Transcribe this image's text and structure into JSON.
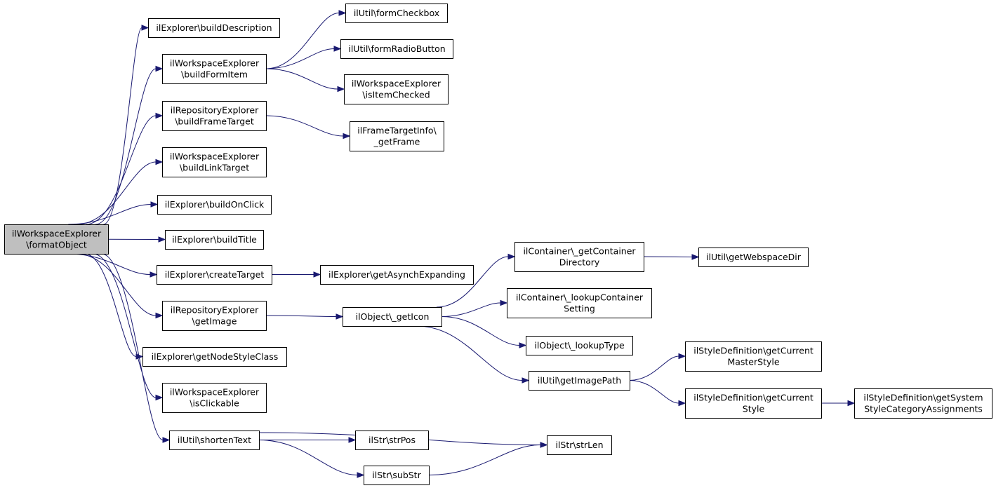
{
  "diagram": {
    "colors": {
      "edge": "#191970",
      "root_fill": "#bfbfbf",
      "node_fill": "#ffffff",
      "border": "#000000"
    },
    "nodes": [
      {
        "id": "root",
        "lines": [
          "ilWorkspaceExplorer",
          "\\formatObject"
        ],
        "root": true
      },
      {
        "id": "buildDescription",
        "lines": [
          "ilExplorer\\buildDescription"
        ]
      },
      {
        "id": "buildFormItem",
        "lines": [
          "ilWorkspaceExplorer",
          "\\buildFormItem"
        ]
      },
      {
        "id": "buildFrameTarget",
        "lines": [
          "ilRepositoryExplorer",
          "\\buildFrameTarget"
        ]
      },
      {
        "id": "buildLinkTarget",
        "lines": [
          "ilWorkspaceExplorer",
          "\\buildLinkTarget"
        ]
      },
      {
        "id": "buildOnClick",
        "lines": [
          "ilExplorer\\buildOnClick"
        ]
      },
      {
        "id": "buildTitle",
        "lines": [
          "ilExplorer\\buildTitle"
        ]
      },
      {
        "id": "createTarget",
        "lines": [
          "ilExplorer\\createTarget"
        ]
      },
      {
        "id": "getImage",
        "lines": [
          "ilRepositoryExplorer",
          "\\getImage"
        ]
      },
      {
        "id": "getNodeStyleClass",
        "lines": [
          "ilExplorer\\getNodeStyleClass"
        ]
      },
      {
        "id": "isClickable",
        "lines": [
          "ilWorkspaceExplorer",
          "\\isClickable"
        ]
      },
      {
        "id": "shortenText",
        "lines": [
          "ilUtil\\shortenText"
        ]
      },
      {
        "id": "formCheckbox",
        "lines": [
          "ilUtil\\formCheckbox"
        ]
      },
      {
        "id": "formRadioButton",
        "lines": [
          "ilUtil\\formRadioButton"
        ]
      },
      {
        "id": "isItemChecked",
        "lines": [
          "ilWorkspaceExplorer",
          "\\isItemChecked"
        ]
      },
      {
        "id": "getFrame",
        "lines": [
          "ilFrameTargetInfo\\",
          "_getFrame"
        ]
      },
      {
        "id": "getAsynchExpanding",
        "lines": [
          "ilExplorer\\getAsynchExpanding"
        ]
      },
      {
        "id": "getIcon",
        "lines": [
          "ilObject\\_getIcon"
        ]
      },
      {
        "id": "strPos",
        "lines": [
          "ilStr\\strPos"
        ]
      },
      {
        "id": "subStr",
        "lines": [
          "ilStr\\subStr"
        ]
      },
      {
        "id": "strLen",
        "lines": [
          "ilStr\\strLen"
        ]
      },
      {
        "id": "getContainerDirectory",
        "lines": [
          "ilContainer\\_getContainer",
          "Directory"
        ]
      },
      {
        "id": "lookupContainerSetting",
        "lines": [
          "ilContainer\\_lookupContainer",
          "Setting"
        ]
      },
      {
        "id": "lookupType",
        "lines": [
          "ilObject\\_lookupType"
        ]
      },
      {
        "id": "getImagePath",
        "lines": [
          "ilUtil\\getImagePath"
        ]
      },
      {
        "id": "getWebspaceDir",
        "lines": [
          "ilUtil\\getWebspaceDir"
        ]
      },
      {
        "id": "getCurrentMasterStyle",
        "lines": [
          "ilStyleDefinition\\getCurrent",
          "MasterStyle"
        ]
      },
      {
        "id": "getCurrentStyle",
        "lines": [
          "ilStyleDefinition\\getCurrent",
          "Style"
        ]
      },
      {
        "id": "getSystemStyleCategoryAssignments",
        "lines": [
          "ilStyleDefinition\\getSystem",
          "StyleCategoryAssignments"
        ]
      }
    ],
    "edges": [
      [
        "root",
        "buildDescription"
      ],
      [
        "root",
        "buildFormItem"
      ],
      [
        "root",
        "buildFrameTarget"
      ],
      [
        "root",
        "buildLinkTarget"
      ],
      [
        "root",
        "buildOnClick"
      ],
      [
        "root",
        "buildTitle"
      ],
      [
        "root",
        "createTarget"
      ],
      [
        "root",
        "getImage"
      ],
      [
        "root",
        "getNodeStyleClass"
      ],
      [
        "root",
        "isClickable"
      ],
      [
        "root",
        "shortenText"
      ],
      [
        "buildFormItem",
        "formCheckbox"
      ],
      [
        "buildFormItem",
        "formRadioButton"
      ],
      [
        "buildFormItem",
        "isItemChecked"
      ],
      [
        "buildFrameTarget",
        "getFrame"
      ],
      [
        "createTarget",
        "getAsynchExpanding"
      ],
      [
        "getImage",
        "getIcon"
      ],
      [
        "getIcon",
        "getContainerDirectory"
      ],
      [
        "getIcon",
        "lookupContainerSetting"
      ],
      [
        "getIcon",
        "lookupType"
      ],
      [
        "getIcon",
        "getImagePath"
      ],
      [
        "getContainerDirectory",
        "getWebspaceDir"
      ],
      [
        "getImagePath",
        "getCurrentMasterStyle"
      ],
      [
        "getImagePath",
        "getCurrentStyle"
      ],
      [
        "getCurrentStyle",
        "getSystemStyleCategoryAssignments"
      ],
      [
        "shortenText",
        "strLen"
      ],
      [
        "shortenText",
        "strPos"
      ],
      [
        "shortenText",
        "subStr"
      ],
      [
        "subStr",
        "strLen"
      ]
    ]
  }
}
